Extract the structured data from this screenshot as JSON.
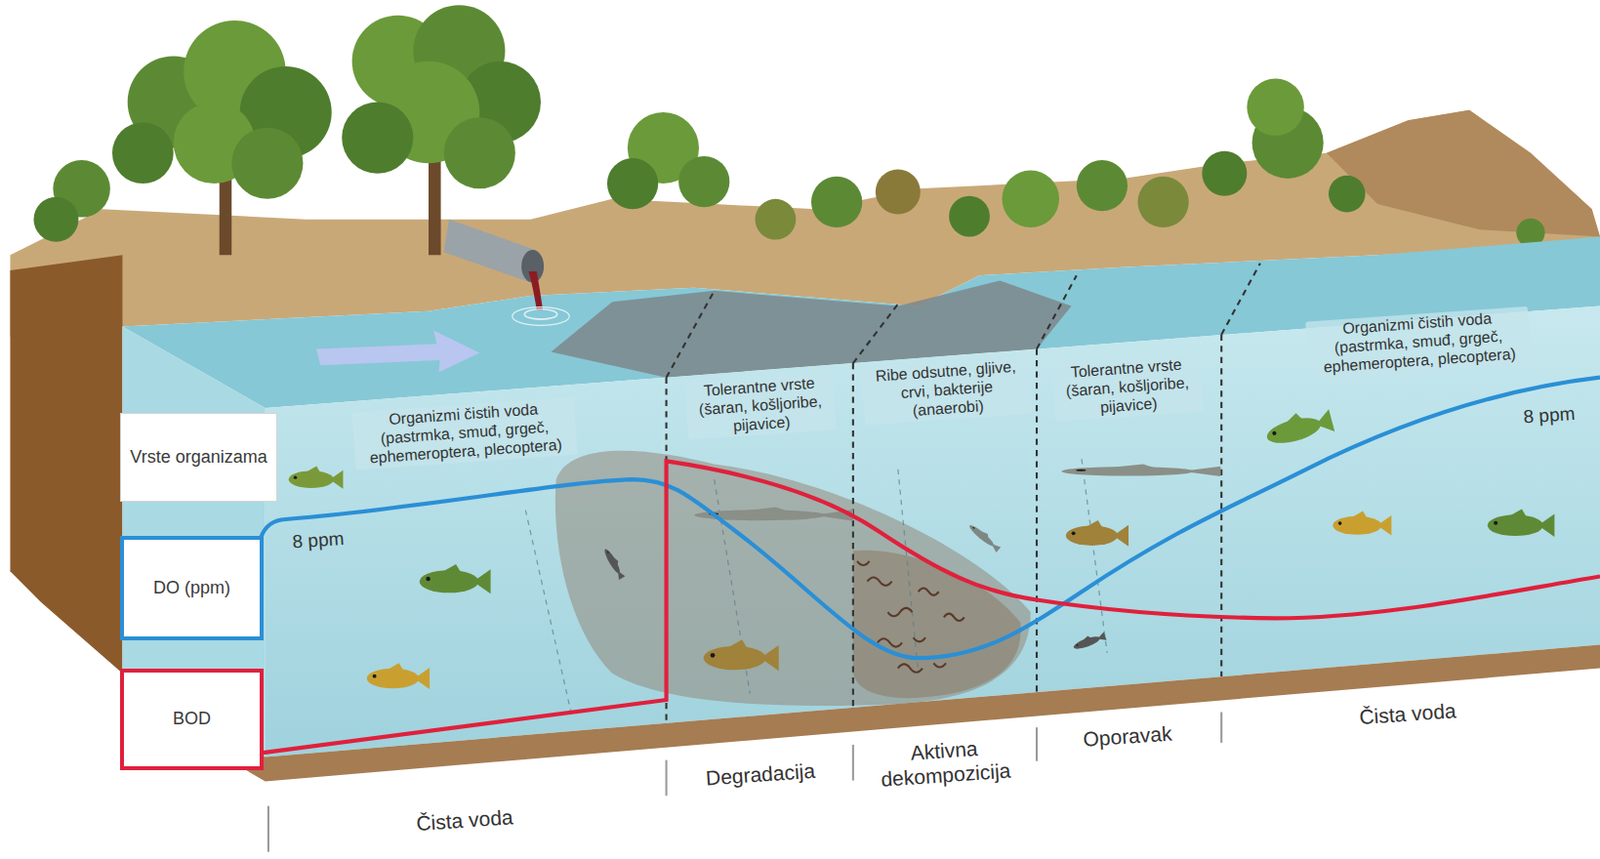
{
  "diagram": {
    "nodes": [
      {
        "text": [
          "Vrste organizama"
        ]
      },
      {
        "text": [
          "DO (ppm)"
        ]
      },
      {
        "text": [
          "BOD"
        ]
      }
    ],
    "labels": [
      "Organizmi čistih voda (pastrmka, smuđ, grgeč, ephemeroptera, plecoptera)",
      "Tolerantne vrste (šaran, košljoribe, pijavice)",
      "Ribe odsutne, gljive, crvi, bakterije (anaerobi)",
      "Tolerantne vrste (šaran, košljoribe, pijavice)",
      "Organizmi čistih voda (pastrmka, smuđ, grgeč, ephemeroptera, plecoptera)",
      "8 ppm",
      "8 ppm",
      "Čista voda",
      "Degradacija",
      "Aktivna dekompozicija",
      "Oporavak",
      "Čista voda"
    ]
  }
}
